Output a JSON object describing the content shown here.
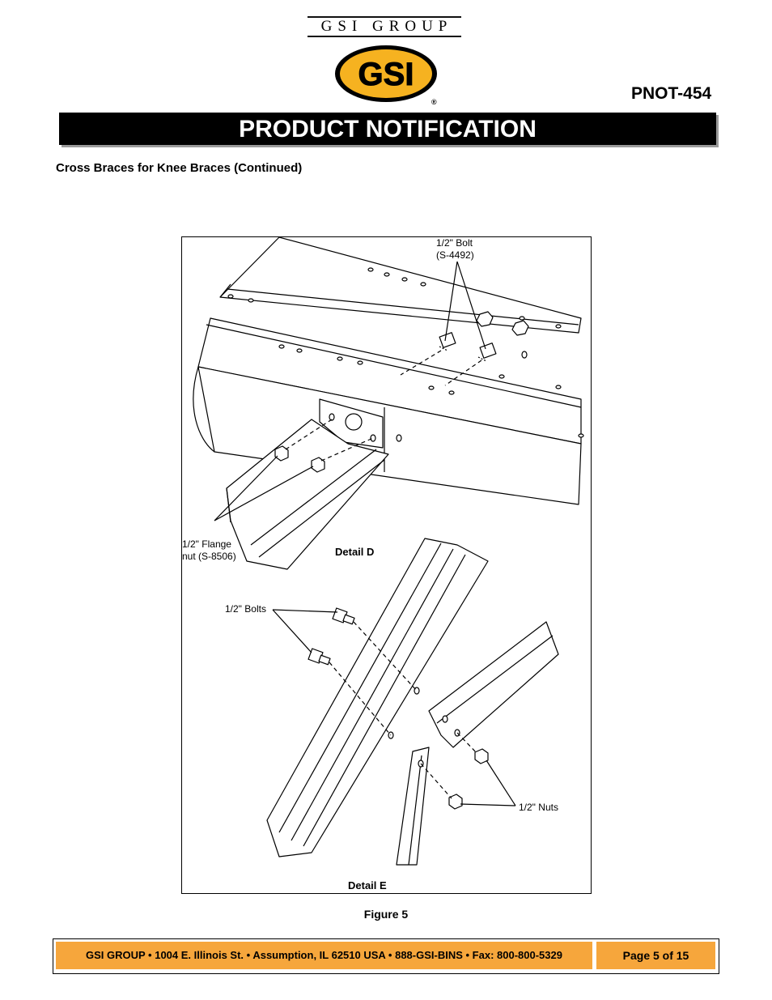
{
  "header": {
    "brand_name": "GSI GROUP",
    "logo_text": "GSI",
    "logo_mark": "®",
    "doc_number": "PNOT-454",
    "banner_title": "PRODUCT NOTIFICATION"
  },
  "section_heading": "Cross Braces for Knee Braces (Continued)",
  "figure": {
    "callouts": {
      "bolt_d": "1/2\" Bolt\n(S-4492)",
      "flange_nut": "1/2\" Flange\nnut (S-8506)",
      "bolts_e": "1/2\" Bolts",
      "nuts_e": "1/2\" Nuts"
    },
    "detail_d": "Detail D",
    "detail_e": "Detail E",
    "caption": "Figure 5"
  },
  "footer": {
    "address": "GSI GROUP • 1004 E. Illinois St. • Assumption, IL 62510 USA • 888-GSI-BINS • Fax: 800-800-5329",
    "page": "Page 5 of 15"
  },
  "colors": {
    "logo_gold": "#f6b220",
    "footer_orange": "#f6a63c",
    "banner_black": "#000000"
  }
}
